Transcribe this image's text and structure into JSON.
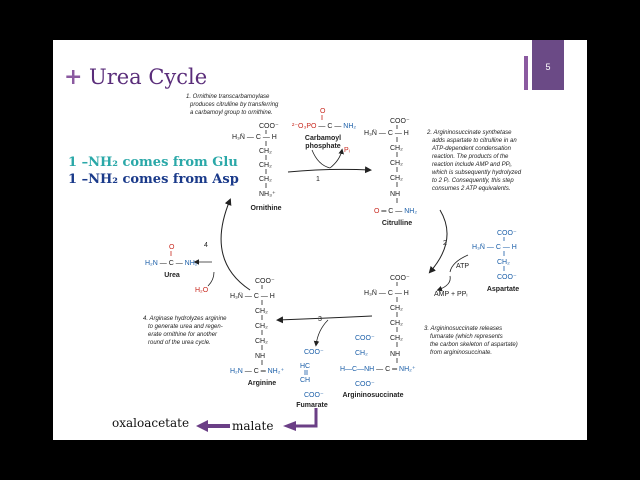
{
  "slide": {
    "title": "Urea Cycle",
    "page_number": "5",
    "accent_color": "#8b5aa0",
    "title_color": "#5a2d7a"
  },
  "notes": {
    "glu": "1 –NH₂ comes from Glu",
    "asp": "1 –NH₂ comes from Asp",
    "glu_color": "#2aa8a8",
    "asp_color": "#1a3a8a"
  },
  "steps": {
    "s1": [
      "1.  Ornithine transcarbamoylase",
      "produces citrulline by transferring",
      "a carbamoyl group to ornithine."
    ],
    "s2": [
      "2.  Argininosuccinate synthetase",
      "adds aspartate to citrulline in an",
      "ATP-dependent condensation",
      "reaction. The products of the",
      "reaction include AMP and PPᵢ,",
      "which is subsequently hydrolyzed",
      "to 2 Pᵢ. Consequently, this step",
      "consumes 2 ATP equivalents."
    ],
    "s3": [
      "3.  Argininosuccinate releases",
      "fumarate (which represents",
      "the carbon skeleton of aspartate)",
      "from argininosuccinate."
    ],
    "s4": [
      "4.  Arginase hydrolyzes arginine",
      "to generate urea and regen-",
      "erate ornithine for another",
      "round of the urea cycle."
    ]
  },
  "arrow_numbers": [
    "1",
    "2",
    "3",
    "4"
  ],
  "molecules": {
    "ornithine": "Ornithine",
    "carbamoyl": "Carbamoyl",
    "phosphate": "phosphate",
    "citrulline": "Citrulline",
    "aspartate": "Aspartate",
    "argininosuccinate": "Argininosuccinate",
    "fumarate": "Fumarate",
    "arginine": "Arginine",
    "urea": "Urea"
  },
  "reagents": {
    "pi": "Pᵢ",
    "atp": "ATP",
    "amp": "AMP + PPᵢ",
    "h2o": "H₂O"
  },
  "bottom": {
    "oxaloacetate": "oxaloacetate",
    "malate": "malate"
  }
}
